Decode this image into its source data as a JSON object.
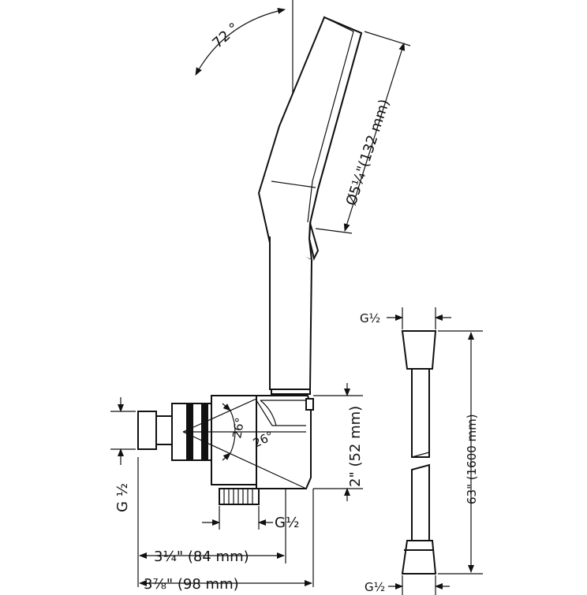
{
  "drawing": {
    "labels": {
      "angle_72": "72 °",
      "diameter": "Ø5¼\"(132 mm)",
      "angle_26_a": "26°",
      "angle_26_b": "26°",
      "height_2in": "2\" (52 mm)",
      "g_half_left": "G ½",
      "g_half_outlet": "G½",
      "width_3_25": "3¼\" (84 mm)",
      "width_3_875": "3⅞\" (98 mm)",
      "hose_g_top": "G½",
      "hose_length": "63\" (1600 mm)",
      "hose_g_bottom": "G½"
    },
    "colors": {
      "line": "#111111",
      "background": "#ffffff"
    }
  }
}
